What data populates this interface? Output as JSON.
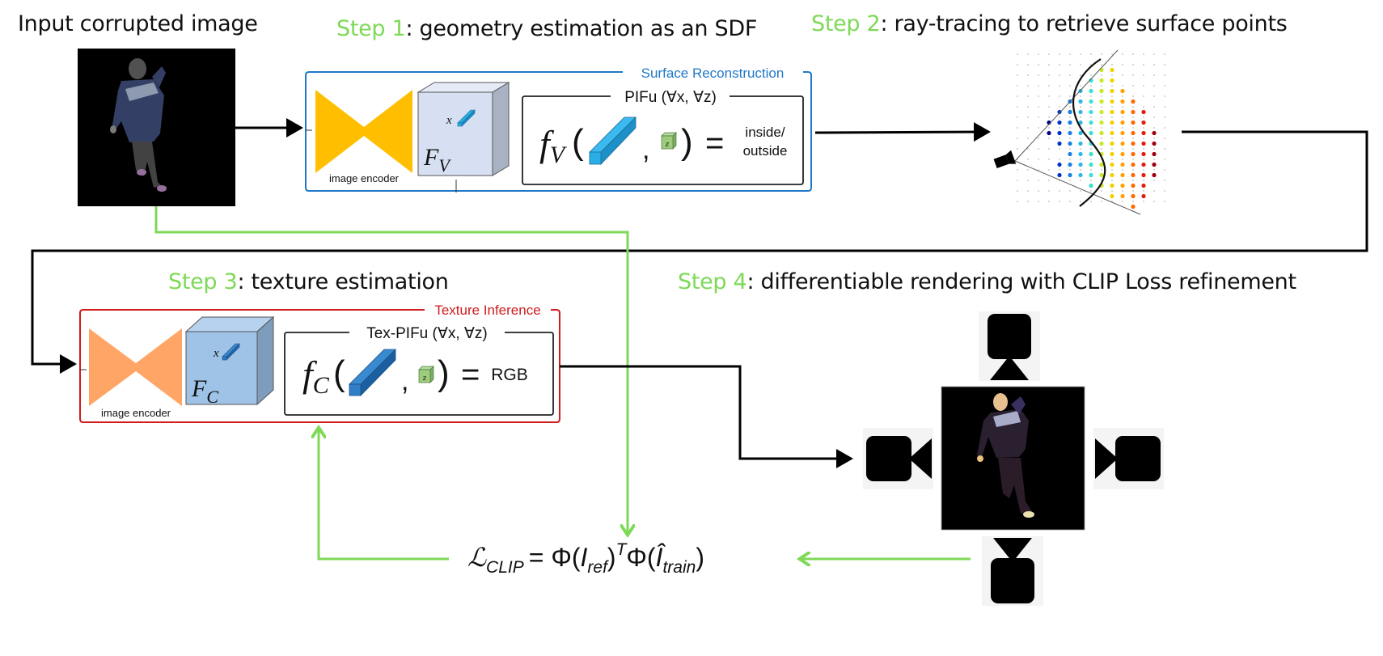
{
  "titles": {
    "input": "Input corrupted image",
    "step1_label": "Step 1",
    "step1_text": ": geometry  estimation as an SDF",
    "step2_label": "Step 2",
    "step2_text": ": ray-tracing to retrieve surface points",
    "step3_label": "Step 3",
    "step3_text": ":  texture estimation",
    "step4_label": "Step 4",
    "step4_text": ": differentiable rendering with CLIP Loss refinement"
  },
  "surface_reconstruction": {
    "group_label": "Surface Reconstruction",
    "encoder_label": "image encoder",
    "feature_label": "F",
    "feature_sub": "V",
    "pifu_title": "PIFu (∀x, ∀z)",
    "func_name": "f",
    "func_sub": "V",
    "output_line1": "inside/",
    "output_line2": "outside",
    "x_label": "x",
    "z_label": "z"
  },
  "texture_inference": {
    "group_label": "Texture Inference",
    "encoder_label": "image encoder",
    "feature_label": "F",
    "feature_sub": "C",
    "pifu_title": "Tex-PIFu (∀x, ∀z)",
    "func_name": "f",
    "func_sub": "C",
    "output": "RGB",
    "x_label": "x",
    "z_label": "z"
  },
  "loss": {
    "symbol": "ℒ",
    "symbol_sub": "CLIP",
    "equals": "= Φ(",
    "ref": "I",
    "ref_sub": "ref",
    "transpose": "T",
    "phi2": "Φ(",
    "train": "Î",
    "train_sub": "train",
    "close": ")"
  },
  "colors": {
    "step_green": "#7ed957",
    "surface_blue": "#1f78c8",
    "texture_red": "#d01c1c",
    "encoder_yellow": "#ffbf00",
    "encoder_orange": "#ffa566",
    "feature_light": "#d6e0f2",
    "feature_blue": "#9ec3e6",
    "ray_cyan": "#29aee6",
    "tex_blue": "#2f7fc4",
    "z_green": "#9ccc7c"
  },
  "icons": [
    "camera-icon-top",
    "camera-icon-left",
    "camera-icon-right",
    "camera-icon-bottom",
    "camera-icon-raytrace"
  ]
}
